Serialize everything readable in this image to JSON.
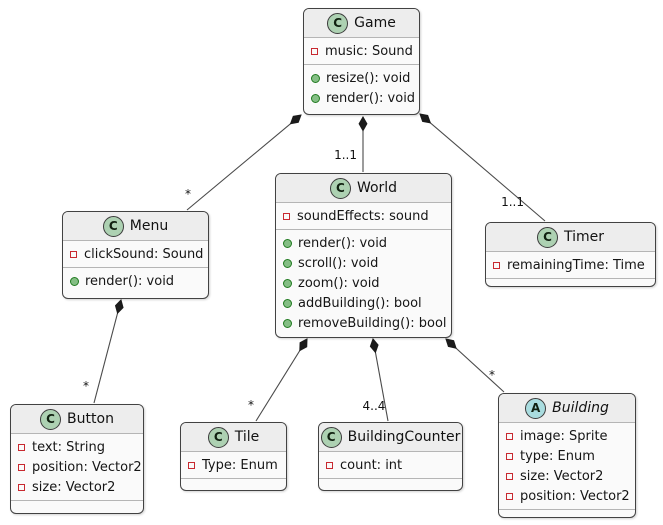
{
  "diagram": {
    "type": "uml-class-diagram",
    "background_color": "#ffffff",
    "edge_color": "#4A4A4A",
    "relationship_type": "composition"
  },
  "colors": {
    "class_icon_bg": "#ADD1B2",
    "abstract_icon_bg": "#A9DCDF",
    "field_icon_border": "#C82930",
    "method_icon_fill": "#84BE84",
    "header_bg": "#EDEDED",
    "body_bg": "#FAFAFA",
    "box_border": "#424242"
  },
  "classes": [
    {
      "id": "game",
      "icon_letter": "C",
      "kind": "class",
      "name": "Game",
      "attributes": [
        "music: Sound"
      ],
      "methods": [
        "resize(): void",
        "render(): void"
      ]
    },
    {
      "id": "menu",
      "icon_letter": "C",
      "kind": "class",
      "name": "Menu",
      "attributes": [
        "clickSound: Sound"
      ],
      "methods": [
        "render(): void"
      ]
    },
    {
      "id": "world",
      "icon_letter": "C",
      "kind": "class",
      "name": "World",
      "attributes": [
        "soundEffects: sound"
      ],
      "methods": [
        "render(): void",
        "scroll(): void",
        "zoom(): void",
        "addBuilding(): bool",
        "removeBuilding(): bool"
      ]
    },
    {
      "id": "timer",
      "icon_letter": "C",
      "kind": "class",
      "name": "Timer",
      "attributes": [
        "remainingTime: Time"
      ],
      "methods": []
    },
    {
      "id": "button",
      "icon_letter": "C",
      "kind": "class",
      "name": "Button",
      "attributes": [
        "text: String",
        "position: Vector2",
        "size: Vector2"
      ],
      "methods": []
    },
    {
      "id": "tile",
      "icon_letter": "C",
      "kind": "class",
      "name": "Tile",
      "attributes": [
        "Type: Enum"
      ],
      "methods": []
    },
    {
      "id": "buildingcounter",
      "icon_letter": "C",
      "kind": "class",
      "name": "BuildingCounter",
      "attributes": [
        "count: int"
      ],
      "methods": []
    },
    {
      "id": "building",
      "icon_letter": "A",
      "kind": "abstract",
      "name": "Building",
      "attributes": [
        "image: Sprite",
        "type: Enum",
        "size: Vector2",
        "position: Vector2"
      ],
      "methods": []
    }
  ],
  "edges": [
    {
      "from": "Game",
      "to": "Menu",
      "type": "composition",
      "label": "*"
    },
    {
      "from": "Game",
      "to": "World",
      "type": "composition",
      "label": "1..1"
    },
    {
      "from": "Game",
      "to": "Timer",
      "type": "composition",
      "label": "1..1"
    },
    {
      "from": "Menu",
      "to": "Button",
      "type": "composition",
      "label": "*"
    },
    {
      "from": "World",
      "to": "Tile",
      "type": "composition",
      "label": "*"
    },
    {
      "from": "World",
      "to": "BuildingCounter",
      "type": "composition",
      "label": "4..4"
    },
    {
      "from": "World",
      "to": "Building",
      "type": "composition",
      "label": "*"
    }
  ]
}
